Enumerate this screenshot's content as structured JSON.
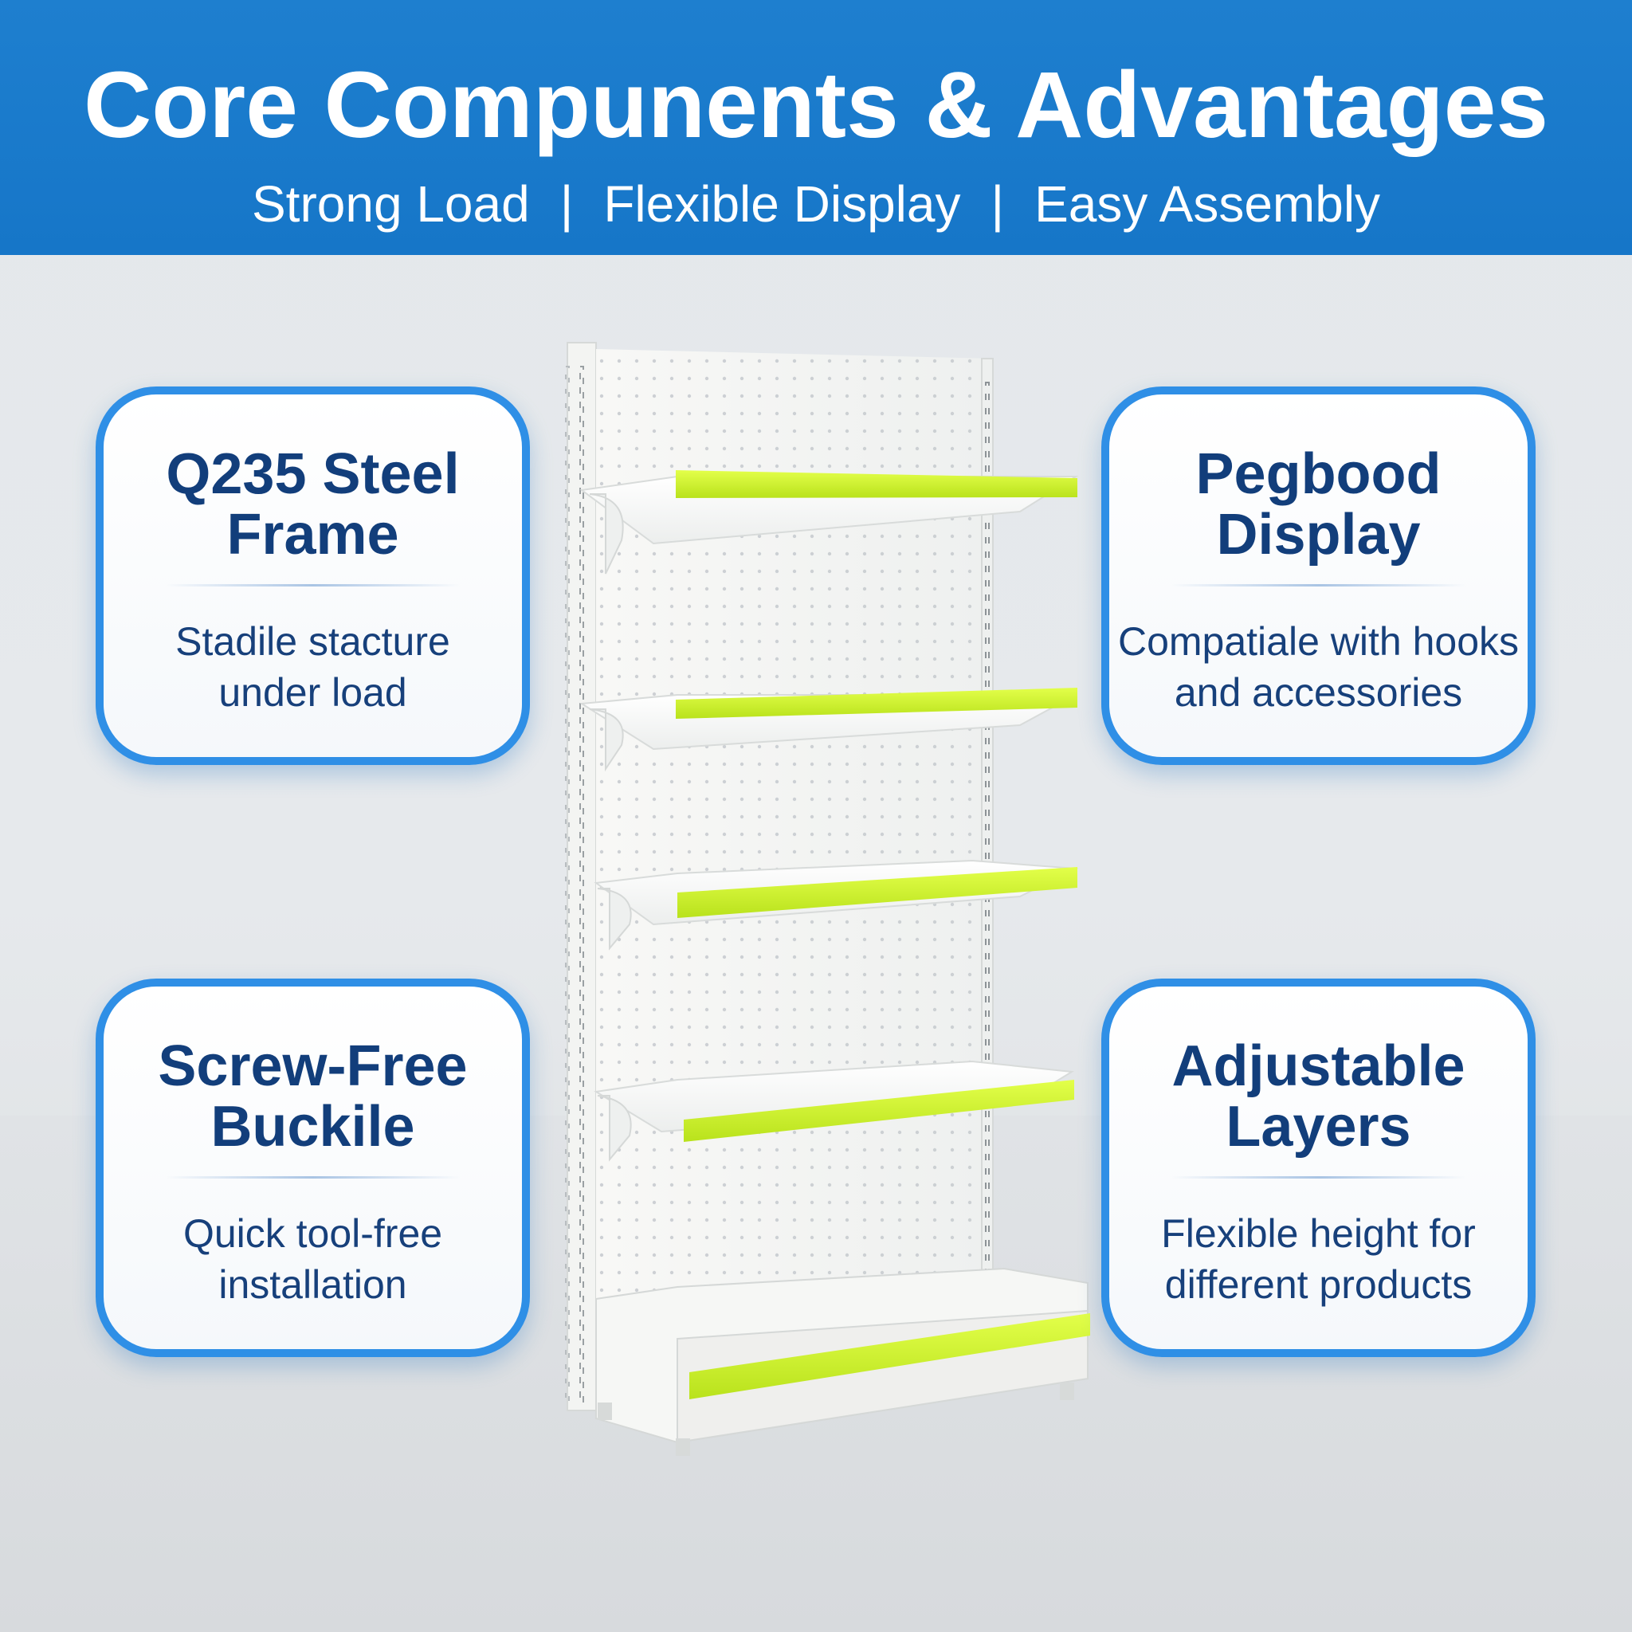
{
  "header": {
    "title": "Core Compunents & Advantages",
    "subtitle_items": [
      "Strong Load",
      "Flexible Display",
      "Easy Assembly"
    ],
    "separator": "|"
  },
  "cards": [
    {
      "title": "Q235 Steel\nFrame",
      "description": "Stadile stacture\nunder load"
    },
    {
      "title": "Pegbood\nDisplay",
      "description": "Compatiale with hooks\nand accessories"
    },
    {
      "title": "Screw-Free\nBuckile",
      "description": "Quick tool-free\ninstallation"
    },
    {
      "title": "Adjustable\nLayers",
      "description": "Flexible height for\ndifferent products"
    }
  ],
  "colors": {
    "header_blue": "#1b7bcd",
    "card_border_blue": "#2f8fe6",
    "card_title_navy": "#123e7b",
    "shelf_lime": "#c9f22b",
    "shelf_white": "#f7f7f4"
  },
  "shelf": {
    "tiers": 5,
    "accent": "lime-green shelf lip"
  }
}
